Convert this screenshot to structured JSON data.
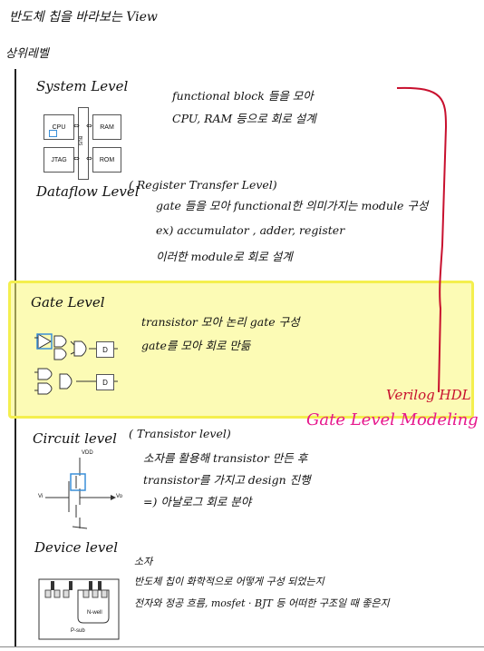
{
  "title": "반도체 칩을 바라보는 View",
  "subtitle": "상위레벨",
  "levels": {
    "system": {
      "name": "System Level",
      "notes": [
        "functional block 들을 모아",
        "CPU, RAM 등으로 회로 설계"
      ],
      "diagram": {
        "cpu": "CPU",
        "ram": "RAM",
        "jtag": "JTAG",
        "rom": "ROM",
        "bus": "BUS"
      }
    },
    "dataflow": {
      "name": "Dataflow Level",
      "paren": "( Register Transfer Level)",
      "notes": [
        "gate 들을 모아 functional한 의미가지는 module 구성",
        "ex) accumulator , adder, register",
        "이러한 module로 회로 설계"
      ]
    },
    "gate": {
      "name": "Gate Level",
      "notes": [
        "transistor 모아  논리 gate 구성",
        "gate를 모아 회로 만듦"
      ],
      "diagram": {
        "ff_label": "D"
      }
    },
    "circuit": {
      "name": "Circuit level",
      "paren": "( Transistor level)",
      "notes": [
        "소자를 활용해 transistor 만든 후",
        "transistor를 가지고  design 진행",
        "=) 아날로그 회로 분야"
      ],
      "diagram": {
        "vdd": "VDD",
        "vi": "Vi",
        "vo": "Vo"
      }
    },
    "device": {
      "name": "Device level",
      "notes": [
        "소자",
        "반도체 칩이 화학적으로 어떻게 구성 되었는지",
        "전자와 정공 흐름, mosfet · BJT 등 어떠한 구조일 때 좋은지"
      ],
      "diagram": {
        "nwell": "N-well",
        "psub": "P-sub"
      }
    }
  },
  "annotations": {
    "verilog": "Verilog HDL",
    "modeling": "Gate Level Modeling"
  },
  "colors": {
    "highlight": "#faf878",
    "highlight_border": "#f4ef4e",
    "red": "#c8102e",
    "magenta": "#e6178d"
  }
}
